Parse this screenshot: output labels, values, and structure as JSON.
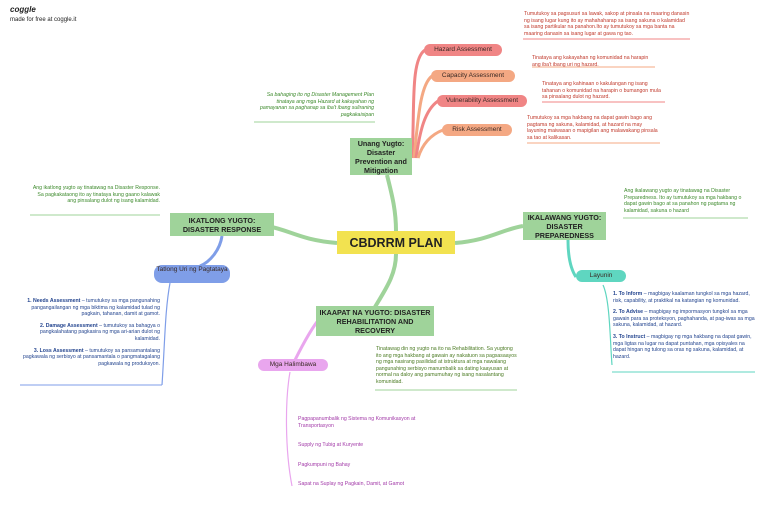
{
  "brand": {
    "logo": "coggle",
    "tagline": "made for free at coggle.it"
  },
  "central": "CBDRRM PLAN",
  "stage1": {
    "title": "Unang Yugto: Disaster Prevention and Mitigation",
    "note": "Sa bahaging ito ng Disaster Management Plan tinataya ang mga Hazard at kakayahan ng pamayanan sa paghanap sa iba't ibang suliraning pagkakaisipan",
    "items": [
      {
        "label": "Hazard Assessment",
        "desc": "Tumutukoy sa pagsusuri sa lawak, sakop at pinsala na maaring danasin ng isang lugar kung ito ay mahahaharap sa isang sakuna o kalamidad sa isang partikular na panahon.Ito ay tumutukoy sa mga banta na maaring danasin sa isang lugar at gawa ng tao."
      },
      {
        "label": "Capacity Assessment",
        "desc": "Tinataya ang kakayahan ng komunidad na harapin ang iba't ibang uri ng hazard."
      },
      {
        "label": "Vulnerability Assessment",
        "desc": "Tinataya ang kahinaan o kakulangan ng isang tahanan o komunidad na harapin o bumangon mula sa pinsalang dulot ng hazard."
      },
      {
        "label": "Risk Assessment",
        "desc": "Tumutukoy sa mga hakbang na dapat gawin bago ang pagtama ng sakuna, kalamidad, at hazard na may layuning maiwasan o mapigilan ang malawakang pinsala sa tao at kalikasan."
      }
    ]
  },
  "stage2": {
    "title": "IKALAWANG YUGTO: DISASTER PREPAREDNESS",
    "note": "Ang ikalawang yugto ay tinatawag na Disaster Preparedness. Ito ay tumutukoy sa mga hakbang o dapat gawin bago at sa panahon ng pagtama ng kalamidad, sakuna o hazard",
    "sub": "Layunin",
    "items": [
      {
        "head": "1. To Inform",
        "text": " – magbigay kaalaman tungkol sa mga hazard, risk, capability, at praktikal na katangian ng komunidad."
      },
      {
        "head": "2. To Advise",
        "text": " – magbigay ng impormasyon tungkol sa mga gawain para sa proteksyon, paghahanda, at pag-iwas sa mga sakuna, kalamidad, at hazard."
      },
      {
        "head": "3. To Instruct",
        "text": " – magbigay ng mga hakbang na dapat gawin, mga ligtas na lugar na dapat puntahan, mga opisyales na dapat hingan ng tulong sa oras ng sakuna, kalamidad, at hazard."
      }
    ]
  },
  "stage3": {
    "title": "IKATLONG YUGTO: DISASTER RESPONSE",
    "note": "Ang ikatlong yugto ay tinatawag na Disaster Response. Sa pagkakataong ito ay tinataya kung gaano kalawak ang pinsalang dulot ng isang kalamidad.",
    "sub": "Tatlong Uri ng Pagtataya",
    "items": [
      {
        "head": "1. Needs Assessment",
        "text": " – tumutukoy sa mga pangunahing pangangailangan ng mga biktima ng kalamidad tulad ng pagkain, tahanan, damit at gamot."
      },
      {
        "head": "2. Damage Assessment",
        "text": " – tumutukoy sa bahagya o pangkalahatang pagkasira ng mga ari-arian dulot ng kalamidad."
      },
      {
        "head": "3. Loss Assessment",
        "text": " – tumutukoy sa pansamantalang pagkawala ng serbisyo at pansamantala o pangmatagalang pagkawala ng produksyon."
      }
    ]
  },
  "stage4": {
    "title": "IKAAPAT NA YUGTO: DISASTER REHABILITATION AND RECOVERY",
    "note": "Tinatawag din ng yugto na ito na Rehabilitation. Sa yugtong ito ang mga hakbang at gawain ay nakatuon sa pagsasaayos ng mga nasirang pasilidad at istruktura at mga nawalang pangunahing serbisyo manumbalik sa dating kaayusan at normal na daloy ang pamumuhay ng isang nasalantang komunidad.",
    "sub": "Mga Halimbawa",
    "items": [
      "Pagpapanumbalik ng Sistema ng Komunikasyon at Transportasyon",
      "Supply ng Tubig at Kuryente",
      "Pagkumpuni ng Bahay",
      "Sapat na Suplay ng Pagkain, Damit, at Gamot"
    ]
  },
  "colors": {
    "central_bg": "#f2e250",
    "stage_box_bg": "#9fd39a",
    "hazard_bg": "#f08585",
    "capacity_bg": "#f4a883",
    "teal_bg": "#5fd6c0",
    "blue_bg": "#7f9ee8",
    "pink_bg": "#e9a6ee"
  }
}
